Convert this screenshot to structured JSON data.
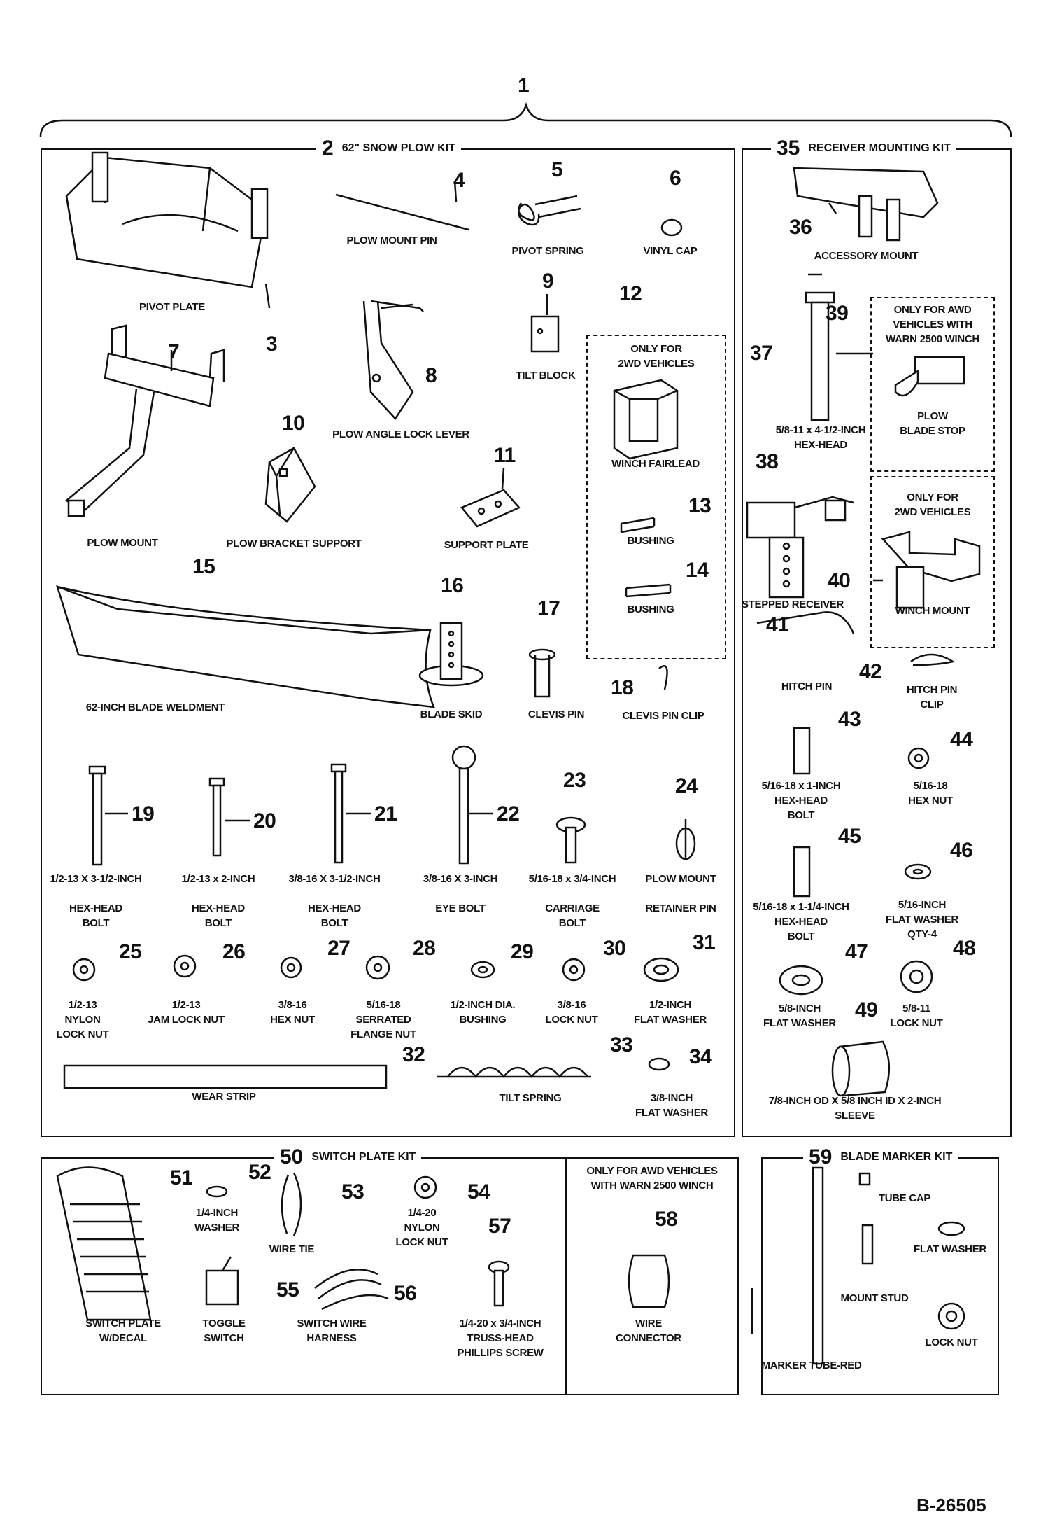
{
  "kit": {
    "number": "1"
  },
  "sections": {
    "snow_plow": {
      "number": "2",
      "title": "62\" SNOW PLOW KIT"
    },
    "receiver": {
      "number": "35",
      "title": "RECEIVER MOUNTING KIT"
    },
    "switch_plate": {
      "number": "50",
      "title": "SWITCH PLATE KIT"
    },
    "blade_marker": {
      "number": "59",
      "title": "BLADE MARKER KIT"
    },
    "awd_winch": {
      "title": "ONLY FOR AWD VEHICLES\nWITH WARN 2500 WINCH"
    }
  },
  "subboxes": {
    "box12_title": "ONLY FOR\n2WD VEHICLES",
    "box39_title": "ONLY FOR AWD\nVEHICLES WITH\nWARN 2500 WINCH",
    "box40_title": "ONLY FOR\n2WD VEHICLES"
  },
  "parts": [
    {
      "num": "3",
      "label": "PIVOT PLATE"
    },
    {
      "num": "4",
      "label": "PLOW MOUNT PIN"
    },
    {
      "num": "5",
      "label": "PIVOT SPRING"
    },
    {
      "num": "6",
      "label": "VINYL CAP"
    },
    {
      "num": "7",
      "label": "PLOW MOUNT"
    },
    {
      "num": "8",
      "label": "PLOW ANGLE LOCK LEVER"
    },
    {
      "num": "9",
      "label": "TILT BLOCK"
    },
    {
      "num": "10",
      "label": "PLOW BRACKET SUPPORT"
    },
    {
      "num": "11",
      "label": "SUPPORT PLATE"
    },
    {
      "num": "12",
      "label": "WINCH FAIRLEAD"
    },
    {
      "num": "13",
      "label": "BUSHING"
    },
    {
      "num": "14",
      "label": "BUSHING"
    },
    {
      "num": "15",
      "label": "62-INCH BLADE WELDMENT"
    },
    {
      "num": "16",
      "label": "BLADE SKID"
    },
    {
      "num": "17",
      "label": "CLEVIS PIN"
    },
    {
      "num": "18",
      "label": "CLEVIS PIN CLIP"
    },
    {
      "num": "19",
      "label": "1/2-13 X 3-1/2-INCH\n\nHEX-HEAD\nBOLT"
    },
    {
      "num": "20",
      "label": "1/2-13 x 2-INCH\n\nHEX-HEAD\nBOLT"
    },
    {
      "num": "21",
      "label": "3/8-16 X 3-1/2-INCH\n\nHEX-HEAD\nBOLT"
    },
    {
      "num": "22",
      "label": "3/8-16 X 3-INCH\n\nEYE BOLT"
    },
    {
      "num": "23",
      "label": "5/16-18 x 3/4-INCH\n\nCARRIAGE\nBOLT"
    },
    {
      "num": "24",
      "label": "PLOW MOUNT\n\nRETAINER PIN"
    },
    {
      "num": "25",
      "label": "1/2-13\nNYLON\nLOCK NUT"
    },
    {
      "num": "26",
      "label": "1/2-13\nJAM LOCK NUT"
    },
    {
      "num": "27",
      "label": "3/8-16\nHEX NUT"
    },
    {
      "num": "28",
      "label": "5/16-18\nSERRATED\nFLANGE NUT"
    },
    {
      "num": "29",
      "label": "1/2-INCH DIA.\nBUSHING"
    },
    {
      "num": "30",
      "label": "3/8-16\nLOCK NUT"
    },
    {
      "num": "31",
      "label": "1/2-INCH\nFLAT WASHER"
    },
    {
      "num": "32",
      "label": "WEAR STRIP"
    },
    {
      "num": "33",
      "label": "TILT SPRING"
    },
    {
      "num": "34",
      "label": "3/8-INCH\nFLAT WASHER"
    },
    {
      "num": "36",
      "label": "ACCESSORY MOUNT"
    },
    {
      "num": "37",
      "label": "5/8-11 x 4-1/2-INCH\nHEX-HEAD"
    },
    {
      "num": "38",
      "label": "STEPPED RECEIVER"
    },
    {
      "num": "39",
      "label": "PLOW\nBLADE STOP"
    },
    {
      "num": "40",
      "label": "WINCH MOUNT"
    },
    {
      "num": "41",
      "label": "HITCH PIN"
    },
    {
      "num": "42",
      "label": "HITCH PIN\nCLIP"
    },
    {
      "num": "43",
      "label": "5/16-18 x 1-INCH\nHEX-HEAD\nBOLT"
    },
    {
      "num": "44",
      "label": "5/16-18\nHEX NUT"
    },
    {
      "num": "45",
      "label": "5/16-18 x 1-1/4-INCH\nHEX-HEAD\nBOLT"
    },
    {
      "num": "46",
      "label": "5/16-INCH\nFLAT WASHER\nQTY-4"
    },
    {
      "num": "47",
      "label": "5/8-INCH\nFLAT WASHER"
    },
    {
      "num": "48",
      "label": "5/8-11\nLOCK NUT"
    },
    {
      "num": "49",
      "label": "7/8-INCH OD X 5/8 INCH ID X 2-INCH\nSLEEVE"
    },
    {
      "num": "51",
      "label": "SWITCH PLATE\nW/DECAL"
    },
    {
      "num": "52",
      "label": "1/4-INCH\nWASHER"
    },
    {
      "num": "53",
      "label": "WIRE TIE"
    },
    {
      "num": "54",
      "label": "1/4-20\nNYLON\nLOCK NUT"
    },
    {
      "num": "55",
      "label": "TOGGLE\nSWITCH"
    },
    {
      "num": "56",
      "label": "SWITCH WIRE\nHARNESS"
    },
    {
      "num": "57",
      "label": "1/4-20 x 3/4-INCH\nTRUSS-HEAD\nPHILLIPS SCREW"
    },
    {
      "num": "58",
      "label": "WIRE\nCONNECTOR"
    }
  ],
  "marker_parts": {
    "tube_cap": "TUBE CAP",
    "flat_washer": "FLAT WASHER",
    "mount_stud": "MOUNT STUD",
    "lock_nut": "LOCK NUT",
    "marker_tube": "MARKER TUBE-RED"
  },
  "drawing_number": "B-26505"
}
